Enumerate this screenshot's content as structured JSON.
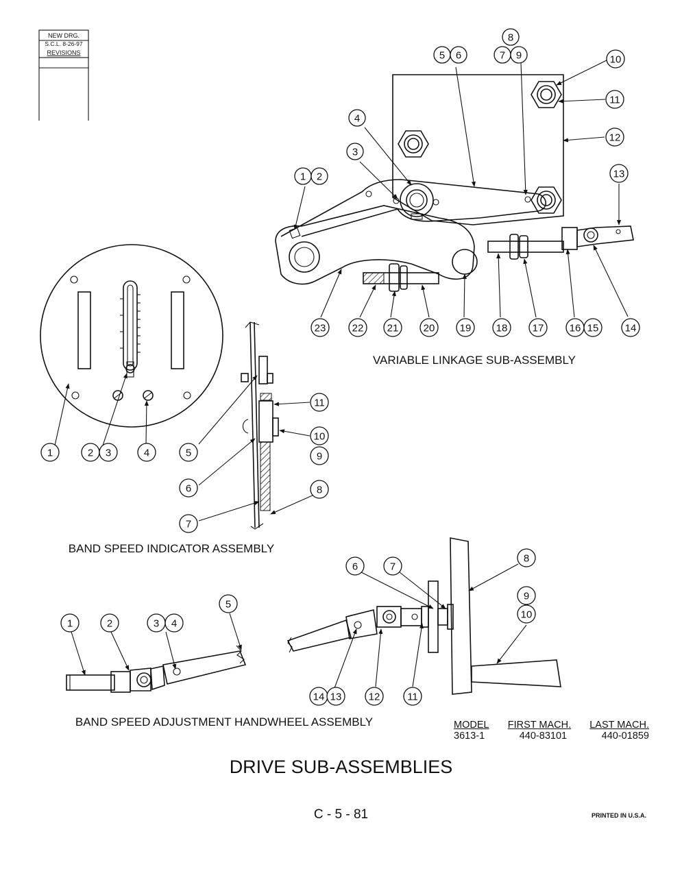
{
  "revision_block": {
    "line1": "NEW DRG.",
    "line2": "S.C.L.  8-26-97",
    "line3": "REVISIONS"
  },
  "assemblies": {
    "variable_linkage": {
      "title": "VARIABLE LINKAGE SUB-ASSEMBLY",
      "callouts": [
        "1",
        "2",
        "3",
        "4",
        "5",
        "6",
        "7",
        "8",
        "9",
        "10",
        "11",
        "12",
        "13",
        "14",
        "15",
        "16",
        "17",
        "18",
        "19",
        "20",
        "21",
        "22",
        "23"
      ]
    },
    "band_speed_indicator": {
      "title": "BAND SPEED INDICATOR ASSEMBLY",
      "callouts": [
        "1",
        "2",
        "3",
        "4",
        "5",
        "6",
        "7",
        "8",
        "9",
        "10",
        "11"
      ]
    },
    "handwheel": {
      "title": "BAND SPEED ADJUSTMENT HANDWHEEL ASSEMBLY",
      "callouts": [
        "1",
        "2",
        "3",
        "4",
        "5",
        "6",
        "7",
        "8",
        "9",
        "10",
        "11",
        "12",
        "13",
        "14"
      ]
    }
  },
  "model_table": {
    "headers": [
      "MODEL",
      "FIRST MACH.",
      "LAST MACH."
    ],
    "rows": [
      [
        "3613-1",
        "440-83101",
        "440-01859"
      ]
    ]
  },
  "page_title": "DRIVE SUB-ASSEMBLIES",
  "page_number": "C - 5 - 81",
  "printed": "PRINTED IN U.S.A."
}
